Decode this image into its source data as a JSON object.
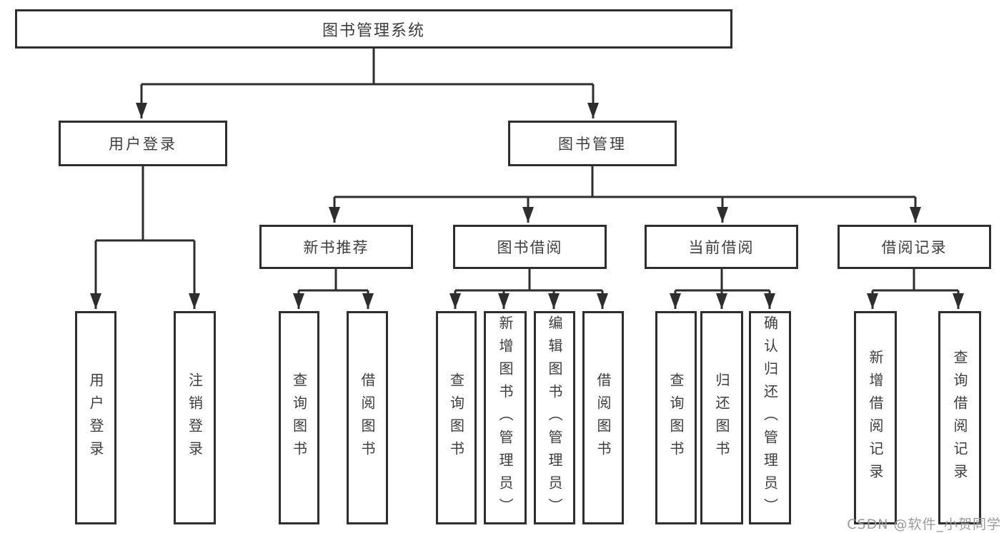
{
  "diagram": {
    "root": {
      "label": "图书管理系统"
    },
    "level1": [
      {
        "label": "用户登录"
      },
      {
        "label": "图书管理"
      }
    ],
    "level2": [
      {
        "label": "新书推荐"
      },
      {
        "label": "图书借阅"
      },
      {
        "label": "当前借阅"
      },
      {
        "label": "借阅记录"
      }
    ],
    "leaves": [
      {
        "label": "用户登录"
      },
      {
        "label": "注销登录"
      },
      {
        "label": "查询图书"
      },
      {
        "label": "借阅图书"
      },
      {
        "label": "查询图书"
      },
      {
        "label": "新增图书（管理员）"
      },
      {
        "label": "编辑图书（管理员）"
      },
      {
        "label": "借阅图书"
      },
      {
        "label": "查询图书"
      },
      {
        "label": "归还图书"
      },
      {
        "label": "确认归还（管理员）"
      },
      {
        "label": "新增借阅记录"
      },
      {
        "label": "查询借阅记录"
      }
    ]
  },
  "watermark": {
    "text": "CSDN @软件_小贺同学"
  },
  "colors": {
    "line": "#2e2e2e",
    "text": "#3d3d3d",
    "background": "#ffffff",
    "watermark": "#9b9b9b"
  }
}
